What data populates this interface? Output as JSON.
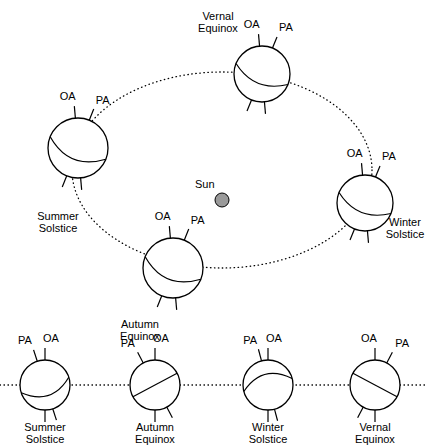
{
  "diagram": {
    "labels": [
      "OA",
      "PA",
      "Vernal Equinox",
      "OA",
      "PA",
      "Summer Solstice",
      "Sun",
      "OA",
      "PA",
      "Winter Solstice",
      "OA",
      "PA",
      "Autumn Equinox",
      "PA",
      "OA",
      "Summer Solstice",
      "PA",
      "OA",
      "Autumn Equinox",
      "PA",
      "OA",
      "Winter Solstice",
      "OA",
      "PA",
      "Vernal Equinox"
    ]
  }
}
